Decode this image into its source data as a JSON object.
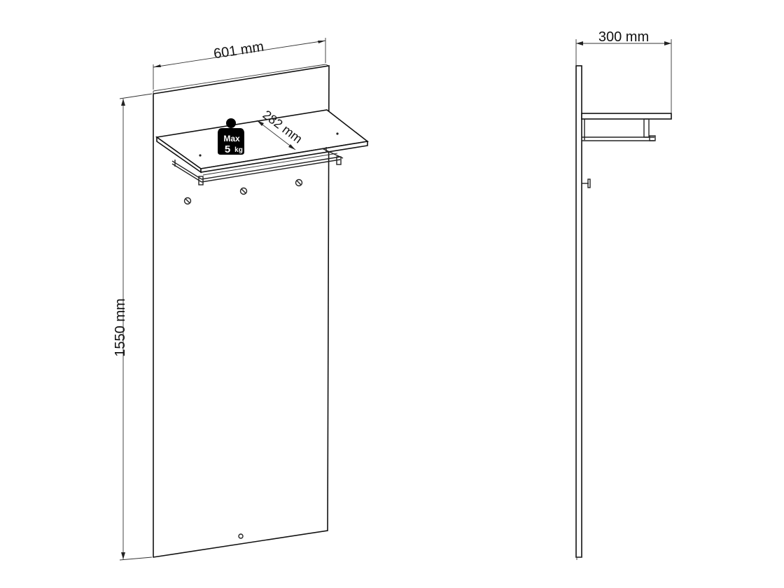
{
  "front_view": {
    "width_label": "601 mm",
    "height_label": "1550 mm",
    "shelf_depth_label": "282 mm",
    "load_badge": {
      "line1": "Max",
      "line2_number": "5",
      "line2_unit": "kg",
      "color": "#000000"
    },
    "hooks": [
      "hook",
      "hook",
      "hook"
    ]
  },
  "side_view": {
    "depth_label": "300 mm"
  }
}
